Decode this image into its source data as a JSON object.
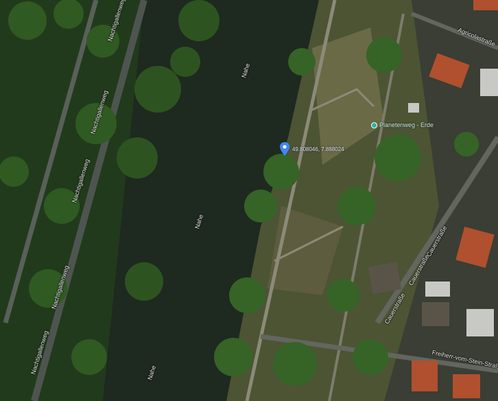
{
  "labels": {
    "nachtigallenweg": "Nachtigallenweg",
    "nahe": "Nahe",
    "agricolastrasse": "Agricolastraße",
    "cauerstrasse": "Cauerstraße",
    "freiherr": "Freiherr-vom-Stein-Straße"
  },
  "poi": {
    "name": "Planetenweg - Erde",
    "icon": "poi-pin-icon",
    "color": "#2bb3a6"
  },
  "marker": {
    "coordinates": "49.808046, 7.888024",
    "icon": "location-pin-icon",
    "color": "#4285f4"
  },
  "colors": {
    "river": "#1f2a1f",
    "park": "#6b6a47",
    "trees": "#2f5a22",
    "roof": "#b0502e"
  }
}
